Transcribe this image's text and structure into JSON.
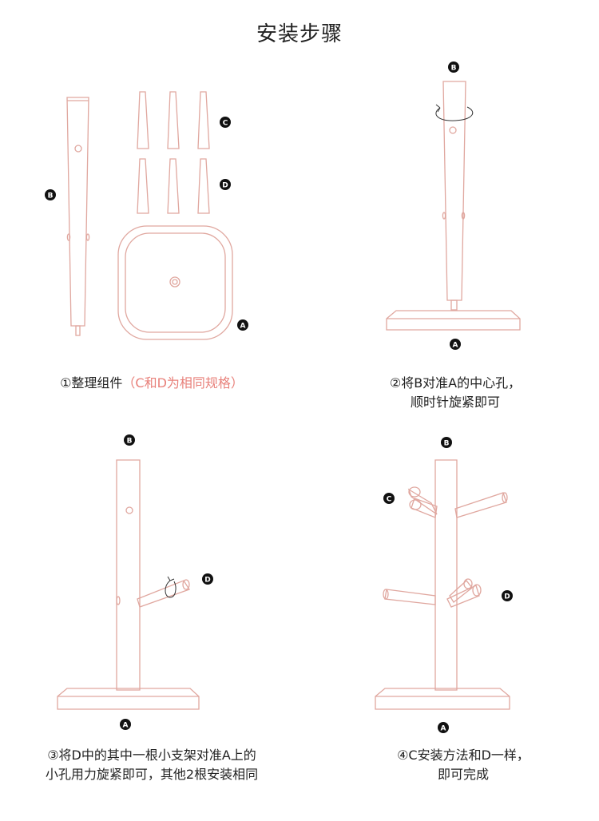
{
  "title": "安装步骤",
  "steps": [
    {
      "num": "①",
      "text": "整理组件",
      "highlight": "（C和D为相同规格）"
    },
    {
      "num": "②",
      "line1": "将B对准A的中心孔，",
      "line2": "顺时针旋紧即可"
    },
    {
      "num": "③",
      "line1": "将D中的其中一根小支架对准A上的",
      "line2": "小孔用力旋紧即可，其他2根安装相同"
    },
    {
      "num": "④",
      "line1": "C安装方法和D一样，",
      "line2": "即可完成"
    }
  ],
  "labels": {
    "a": "A",
    "b": "B",
    "c": "C",
    "d": "D"
  },
  "colors": {
    "line": "#e0a79f",
    "text": "#222222",
    "highlight": "#e8807a",
    "badge": "#111111"
  }
}
